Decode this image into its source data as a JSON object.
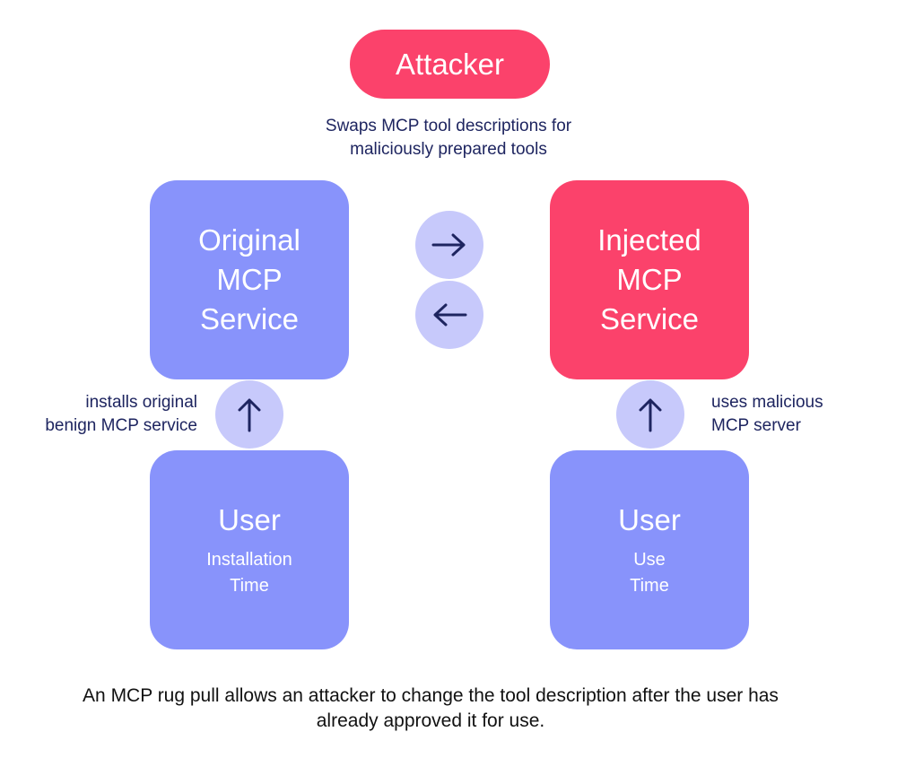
{
  "attacker": {
    "label": "Attacker"
  },
  "swap_note": {
    "line1": "Swaps MCP tool descriptions for",
    "line2": "maliciously prepared tools"
  },
  "left": {
    "service": {
      "line1": "Original",
      "line2": "MCP",
      "line3": "Service"
    },
    "user": {
      "title": "User",
      "line1": "Installation",
      "line2": "Time"
    },
    "note": {
      "line1": "installs original",
      "line2": "benign MCP service"
    }
  },
  "right": {
    "service": {
      "line1": "Injected",
      "line2": "MCP",
      "line3": "Service"
    },
    "user": {
      "title": "User",
      "line1": "Use",
      "line2": "Time"
    },
    "note": {
      "line1": "uses malicious",
      "line2": "MCP server"
    }
  },
  "caption": {
    "line1": "An MCP rug pull allows an attacker to change the tool description after the user has",
    "line2": "already approved it for use."
  },
  "colors": {
    "accent_pink": "#fb426b",
    "box_blue": "#8893fb",
    "circle_lavender": "#c7c9fb",
    "arrow_navy": "#1e2560"
  },
  "icons": {
    "right_arrow": "arrow-right-icon",
    "left_arrow": "arrow-left-icon",
    "up_arrow": "arrow-up-icon"
  }
}
